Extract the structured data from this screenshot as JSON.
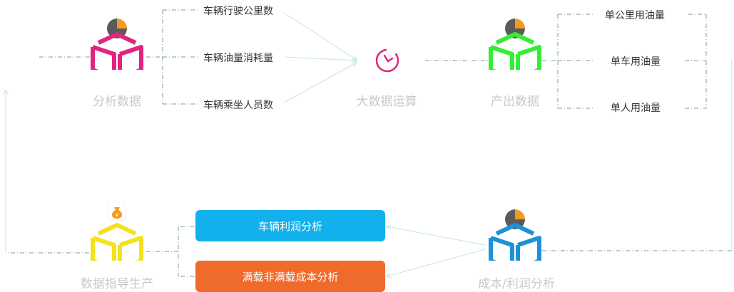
{
  "nodes": {
    "analysis": {
      "caption": "分析数据",
      "color": "#e0257f"
    },
    "output": {
      "caption": "产出数据",
      "color": "#34ee34"
    },
    "cost": {
      "caption": "成本/利润分析",
      "color": "#1c92d8"
    },
    "guide": {
      "caption": "数据指导生产",
      "color": "#f5e11c"
    }
  },
  "calc": {
    "caption": "大数据运算",
    "color": "#e0257f"
  },
  "inputs": [
    "车辆行驶公里数",
    "车辆油量消耗量",
    "车辆乘坐人员数"
  ],
  "outputs": [
    "单公里用油量",
    "单车用油量",
    "单人用油量"
  ],
  "actions": {
    "profit": {
      "label": "车辆利润分析",
      "color": "#12b0ec"
    },
    "full_load": {
      "label": "满载非满载成本分析",
      "color": "#ee6b2c"
    }
  },
  "colors": {
    "line": "#7a9ea3",
    "arrow": "#bfe6ea",
    "pie_dark": "#5a5a5a",
    "pie_accent": "#f39a22",
    "bag": "#f49b1f"
  },
  "icons": {
    "pie": "pie-chart-icon",
    "box": "box-icon",
    "money_bag": "money-bag-icon",
    "calc": "calculation-icon"
  }
}
